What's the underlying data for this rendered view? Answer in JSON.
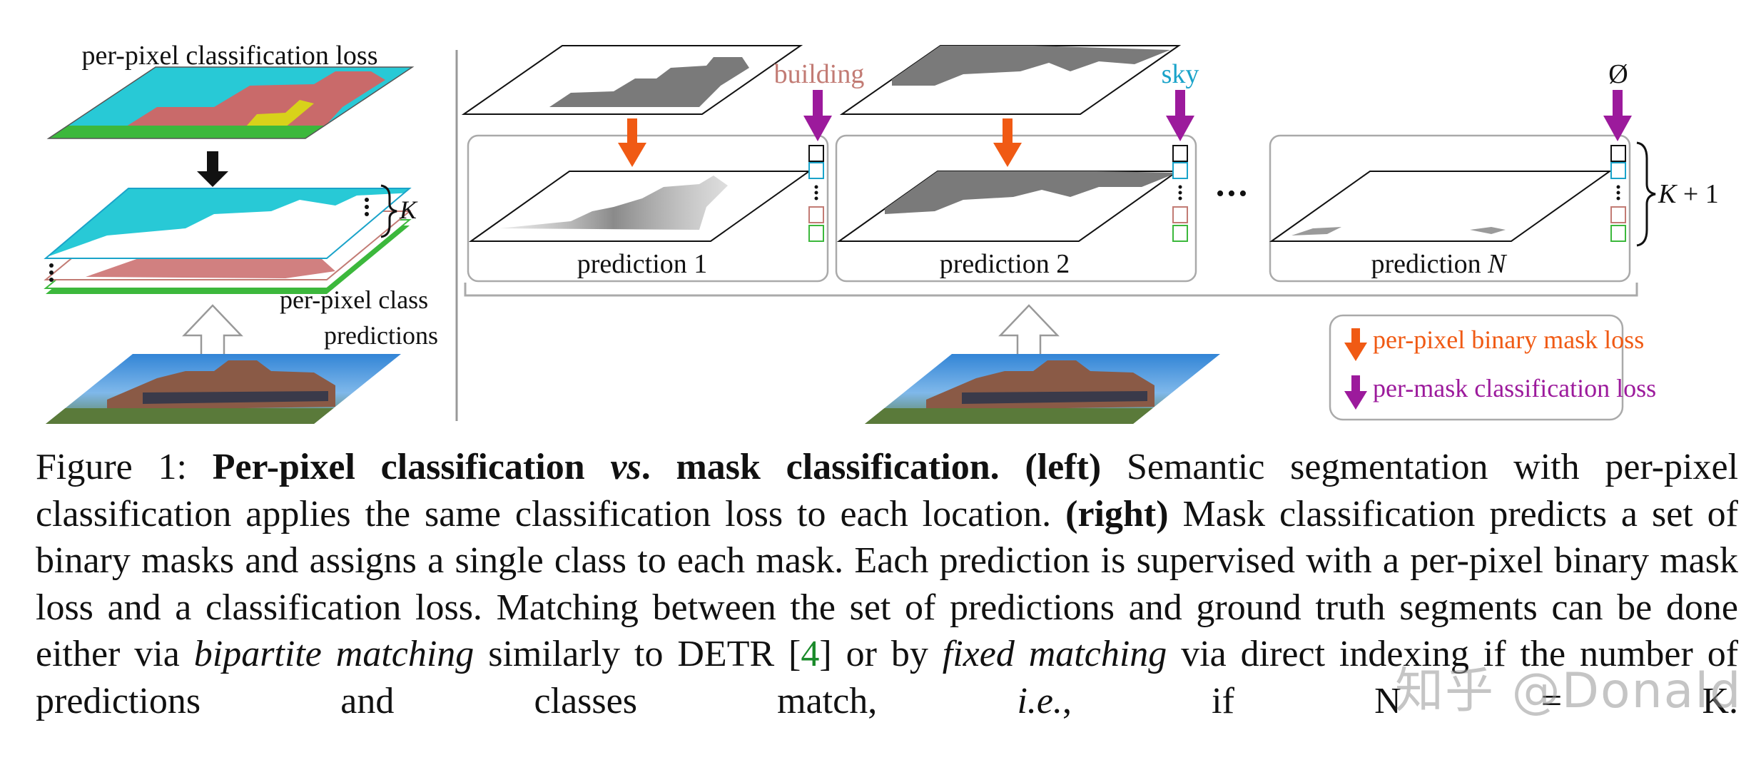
{
  "figure": {
    "left": {
      "title": "per-pixel classification loss",
      "k_label": "K",
      "class_pred_label_line1": "per-pixel class",
      "class_pred_label_line2": "predictions"
    },
    "right": {
      "class_labels": [
        "building",
        "sky",
        "Ø"
      ],
      "predictions": [
        "prediction 1",
        "prediction 2",
        "prediction N"
      ],
      "ellipsis": "•••",
      "k_plus_one_label": "K + 1"
    },
    "legend": {
      "binary_mask_loss": "per-pixel binary mask loss",
      "classification_loss": "per-mask classification loss"
    },
    "colors": {
      "building": "#c27b74",
      "sky": "#1aa3c9",
      "orange_arrow": "#f05a14",
      "purple_arrow": "#9c1a9c",
      "seg_cyan": "#28c9d6",
      "seg_red": "#c96a6a",
      "seg_green": "#3cb83c",
      "seg_yellow": "#d8d21a"
    }
  },
  "caption": {
    "figure_label": "Figure 1:",
    "title_bold": "Per-pixel classification",
    "title_vs": "vs",
    "title_bold_end": ". mask classification.",
    "left_tag": "(left)",
    "sentence1": "Semantic segmentation with per-pixel classification applies the same classification loss to each location.",
    "right_tag": "(right)",
    "sentence2": "Mask classification predicts a set of binary masks and assigns a single class to each mask. Each prediction is supervised with a per-pixel binary mask loss and a classification loss. Matching between the set of predictions and ground truth segments can be done either via",
    "bipartite": "bipartite matching",
    "sentence3": "similarly to DETR [",
    "ref": "4",
    "sentence3_end": "] or by",
    "fixed": "fixed matching",
    "sentence4": "via direct indexing if the number of predictions and classes match,",
    "ie": "i.e.",
    "sentence4_end": ", if N = K."
  },
  "watermark": "知乎 @Donald"
}
